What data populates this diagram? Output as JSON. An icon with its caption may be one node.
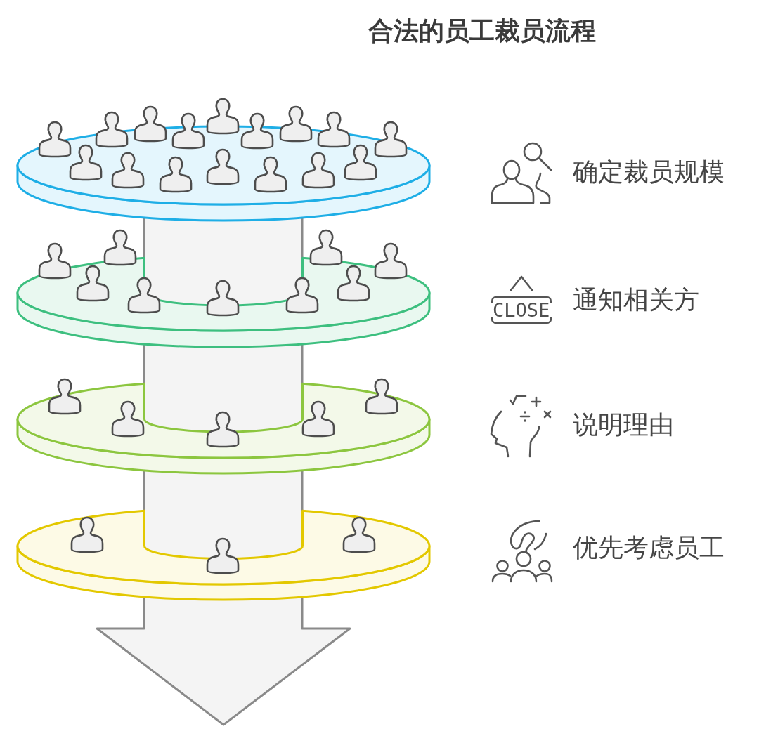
{
  "diagram": {
    "title": "合法的员工裁员流程",
    "nodes": [
      {
        "text": [],
        "shape": "disc"
      },
      {
        "text": [],
        "shape": "disc"
      },
      {
        "text": [],
        "shape": "disc"
      },
      {
        "text": [],
        "shape": "disc"
      }
    ],
    "labels": [
      "确定裁员规模",
      "CLOSE",
      "通知相关方",
      "说明理由",
      "优先考虑员工"
    ]
  }
}
